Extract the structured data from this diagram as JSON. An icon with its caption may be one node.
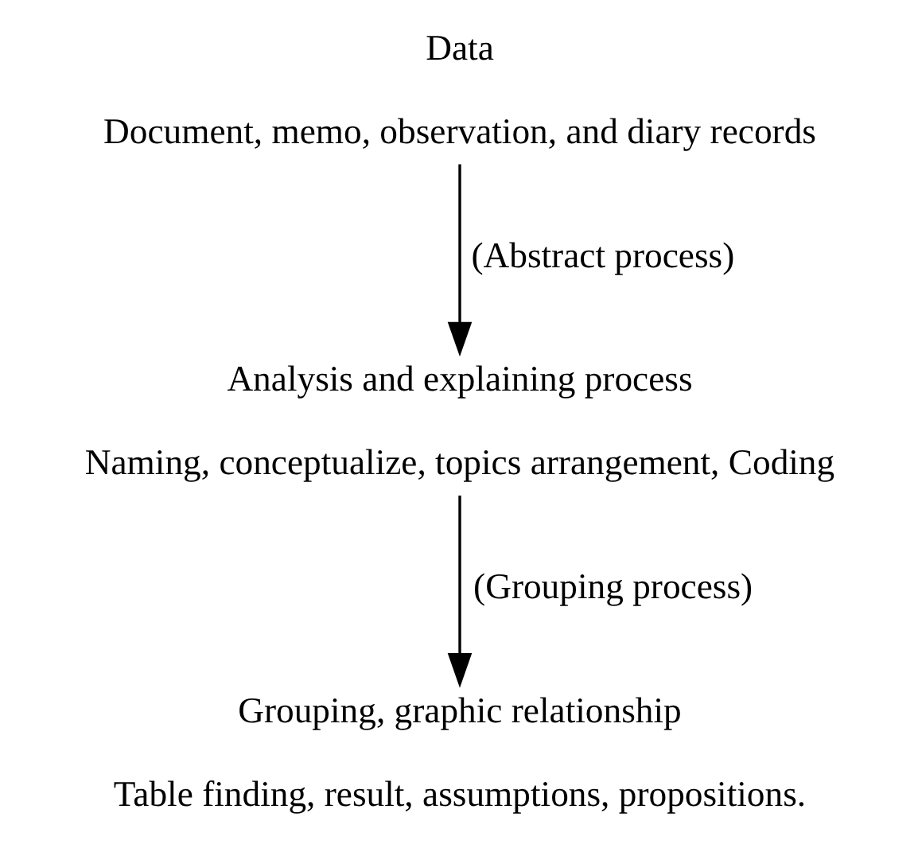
{
  "diagram": {
    "nodes": [
      {
        "text": [
          "Data",
          "Document, memo, observation, and diary records"
        ]
      },
      {
        "text": [
          "Analysis and explaining process",
          "Naming, conceptualize, topics arrangement, Coding"
        ]
      },
      {
        "text": [
          "Grouping, graphic relationship",
          "Table finding, result, assumptions, propositions."
        ]
      }
    ],
    "edges": [
      {
        "from": 0,
        "to": 1,
        "arrow": "to",
        "label": "(Abstract process)"
      },
      {
        "from": 1,
        "to": 2,
        "arrow": "to",
        "label": "(Grouping process)"
      }
    ]
  }
}
